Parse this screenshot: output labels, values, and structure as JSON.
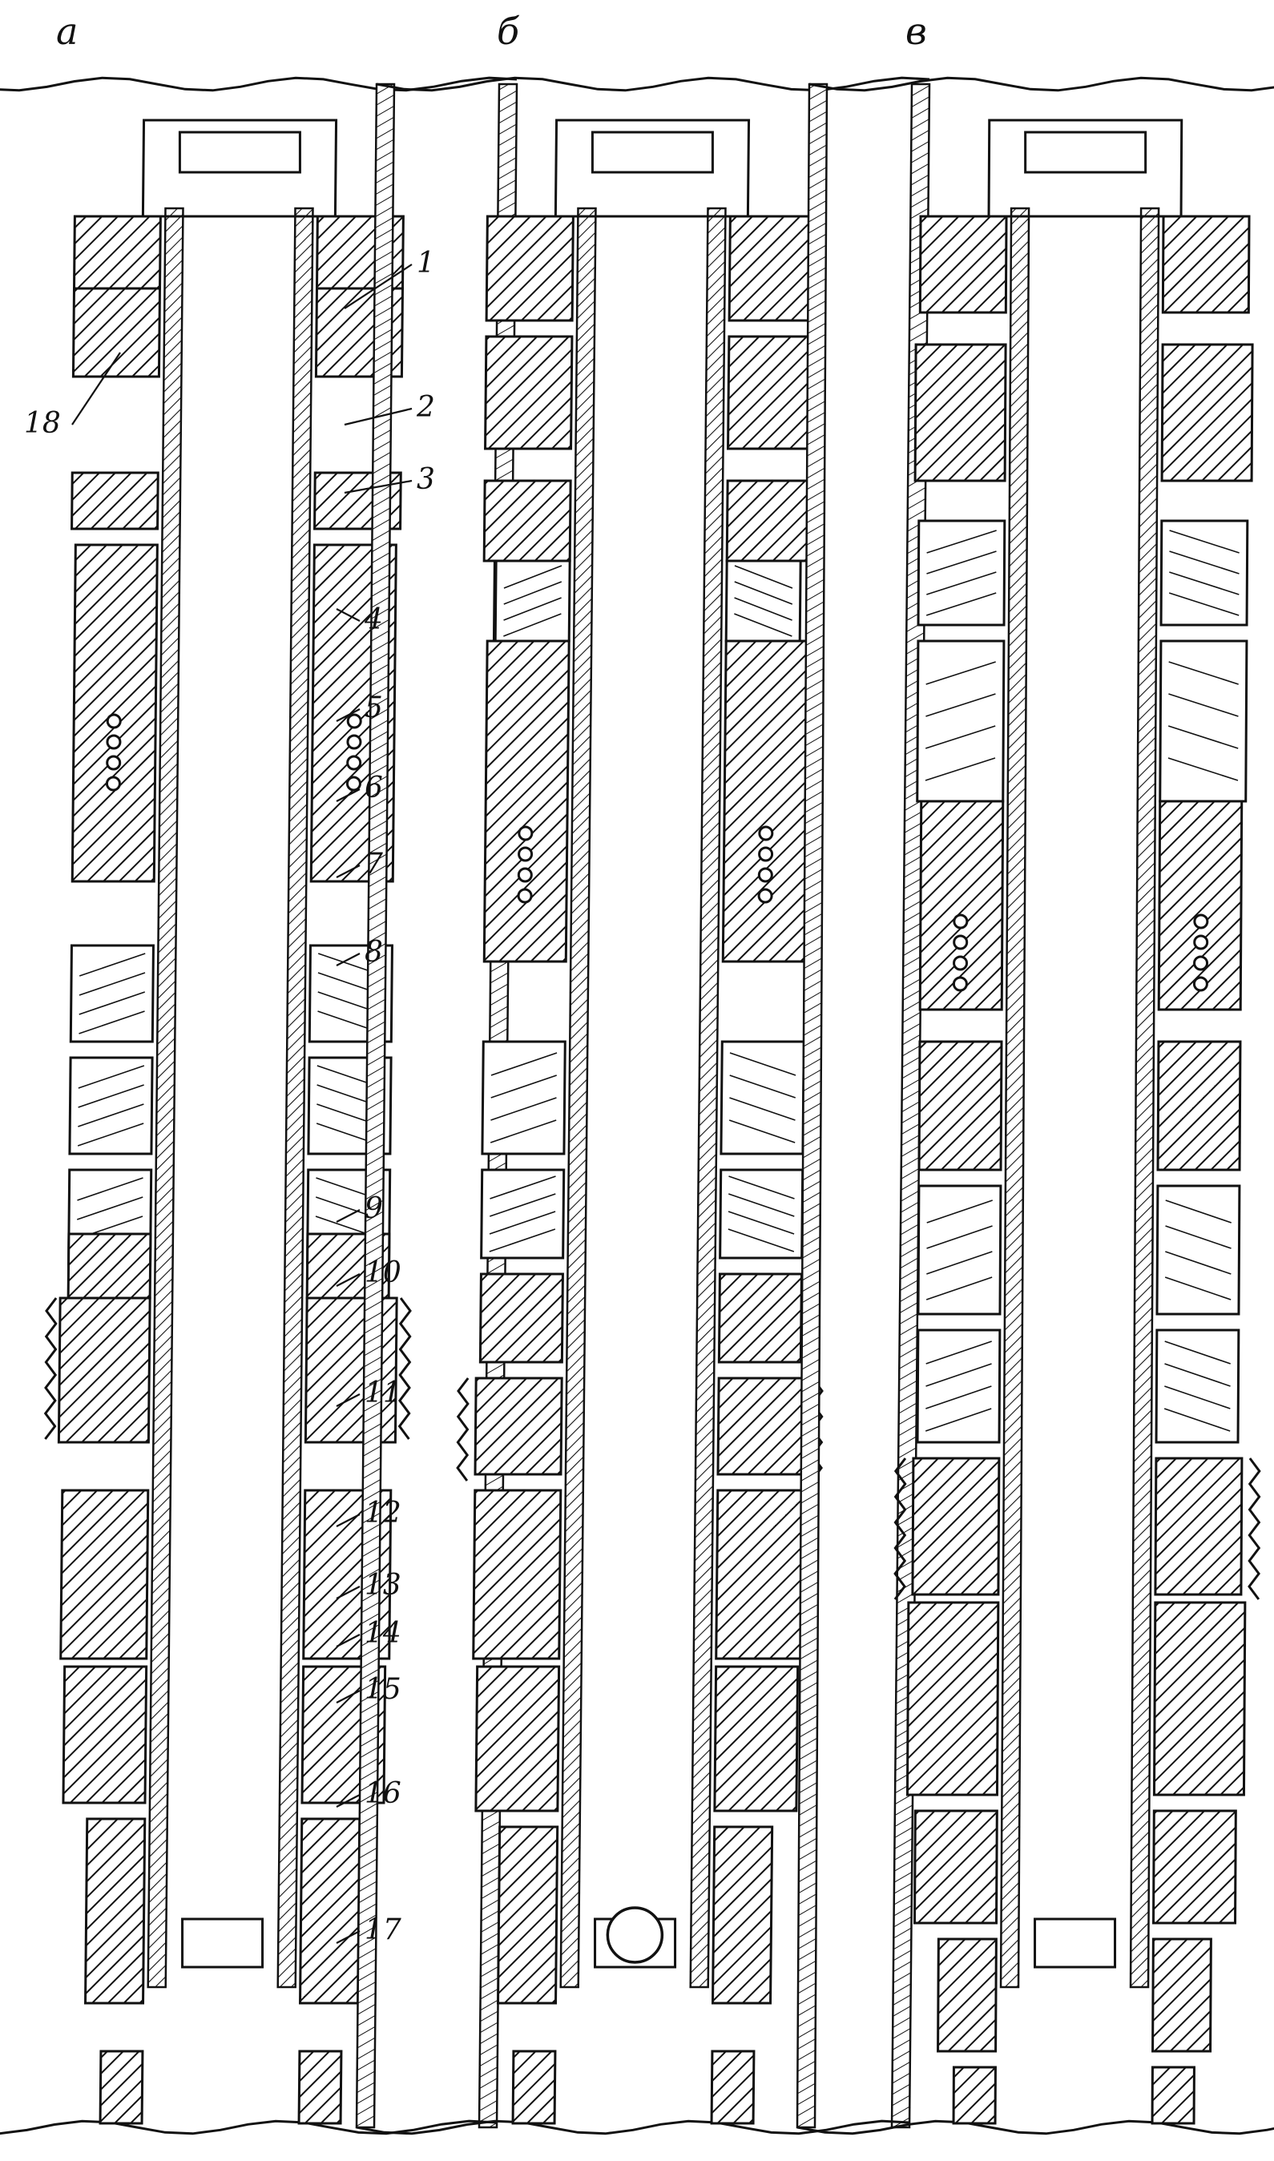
{
  "panels": [
    {
      "id": "a",
      "label": "а"
    },
    {
      "id": "b",
      "label": "б"
    },
    {
      "id": "c",
      "label": "в"
    }
  ],
  "callouts": [
    "1",
    "2",
    "3",
    "4",
    "5",
    "6",
    "7",
    "8",
    "9",
    "10",
    "11",
    "12",
    "13",
    "14",
    "15",
    "16",
    "17",
    "18"
  ],
  "colors": {
    "ink": "#111111",
    "paper": "#ffffff"
  }
}
